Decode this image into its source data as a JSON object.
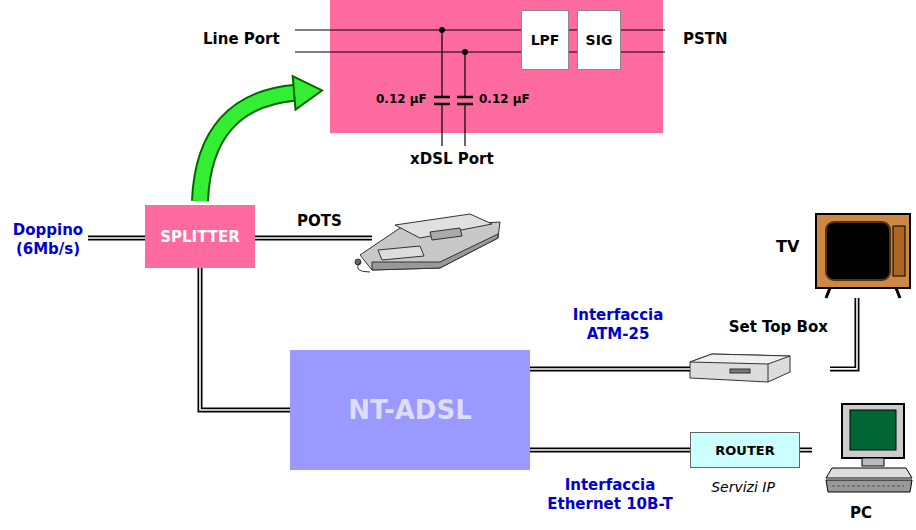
{
  "diagram": {
    "nodes": [
      {
        "text": [
          "0.12 µF",
          "0.12 µF"
        ]
      },
      {
        "text": [
          "LPF"
        ],
        "in": 0
      },
      {
        "text": [
          "SIG"
        ],
        "in": 0
      },
      {
        "text": [
          "SPLITTER"
        ]
      },
      {
        "text": [
          "TV"
        ]
      },
      {
        "text": [
          "Set Top Box"
        ]
      },
      {
        "text": [
          "NT-ADSL"
        ]
      },
      {
        "text": [
          "ROUTER"
        ]
      },
      {
        "text": [
          "PC"
        ]
      }
    ],
    "edges": [
      {
        "from": 3,
        "to": 0,
        "arrow": "to"
      },
      {
        "from": 3,
        "to": 6,
        "arrow": "none"
      },
      {
        "from": 6,
        "to": 5,
        "label": "Interfaccia ATM-25",
        "arrow": "none"
      },
      {
        "from": 6,
        "to": 7,
        "label": "Interfaccia Ethernet 10B-T",
        "arrow": "none"
      },
      {
        "from": 5,
        "to": 4,
        "arrow": "none"
      },
      {
        "from": 7,
        "to": 8,
        "arrow": "none"
      }
    ],
    "labels": [
      "Line Port",
      "PSTN",
      "xDSL Port",
      "POTS",
      "Doppino (6Mb/s)",
      "Servizi IP"
    ]
  }
}
